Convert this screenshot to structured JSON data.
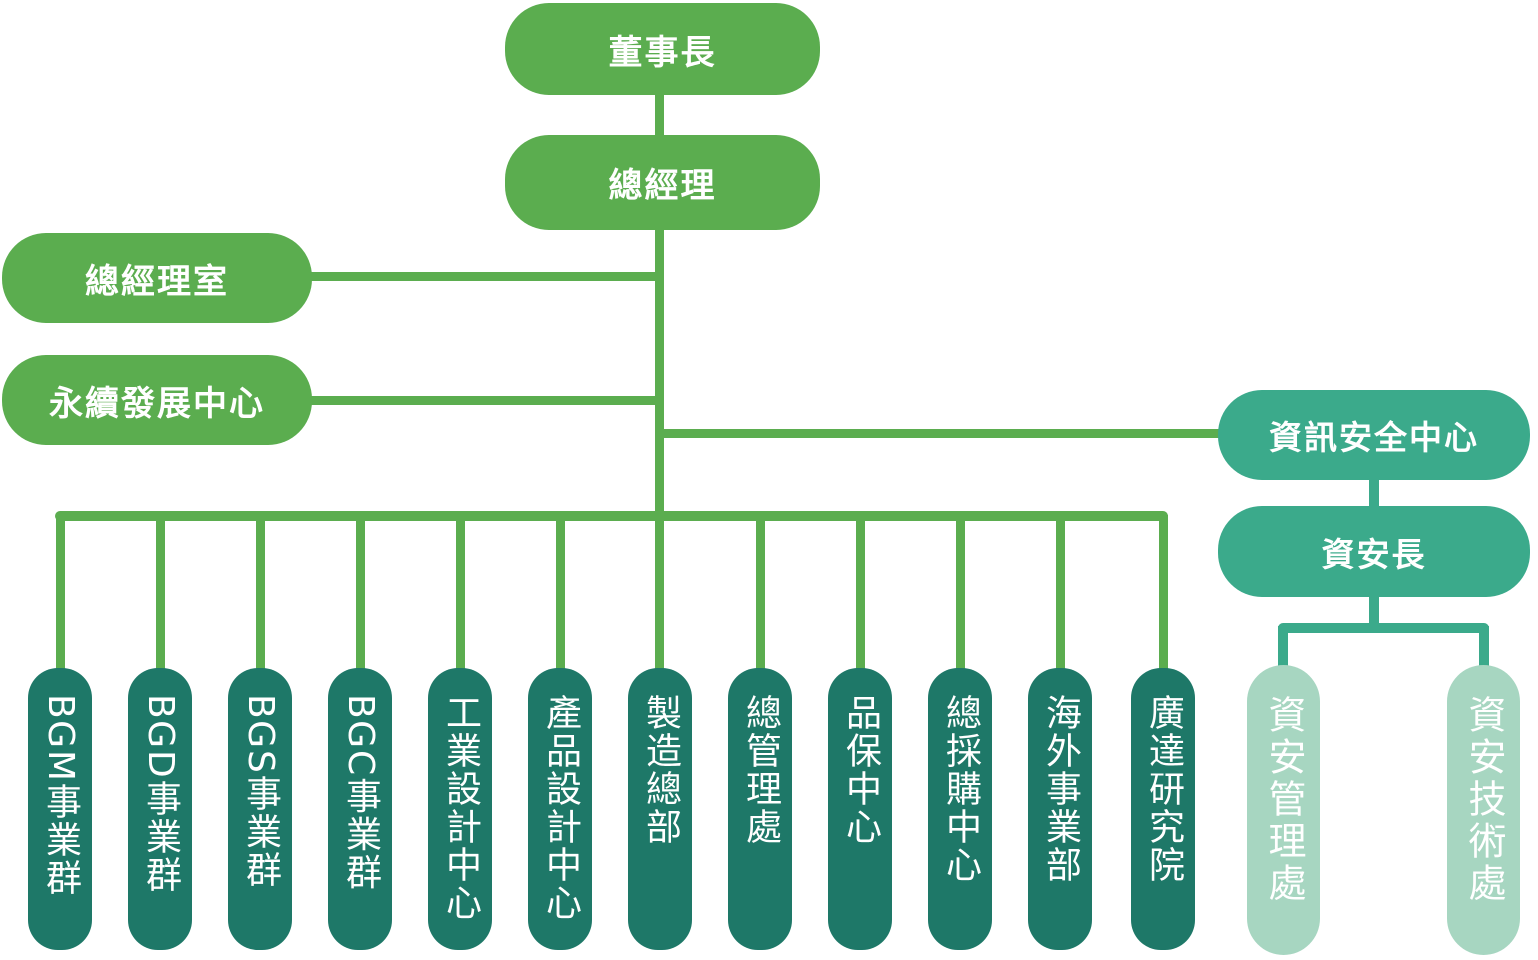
{
  "colors": {
    "green": "#5BAD4F",
    "teal": "#3BAA8B",
    "dark_teal": "#1E7868",
    "mint": "#A7D6C1",
    "text": "#FFFFFF"
  },
  "org": {
    "chairman": "董事長",
    "president": "總經理",
    "staff": {
      "president_office": "總經理室",
      "sustainability_center": "永續發展中心"
    },
    "security": {
      "center": "資訊安全中心",
      "ciso": "資安長",
      "divisions": [
        "資安管理處",
        "資安技術處"
      ]
    },
    "departments": [
      "BGM事業群",
      "BGD事業群",
      "BGS事業群",
      "BGC事業群",
      "工業設計中心",
      "產品設計中心",
      "製造總部",
      "總管理處",
      "品保中心",
      "總採購中心",
      "海外事業部",
      "廣達研究院"
    ]
  }
}
